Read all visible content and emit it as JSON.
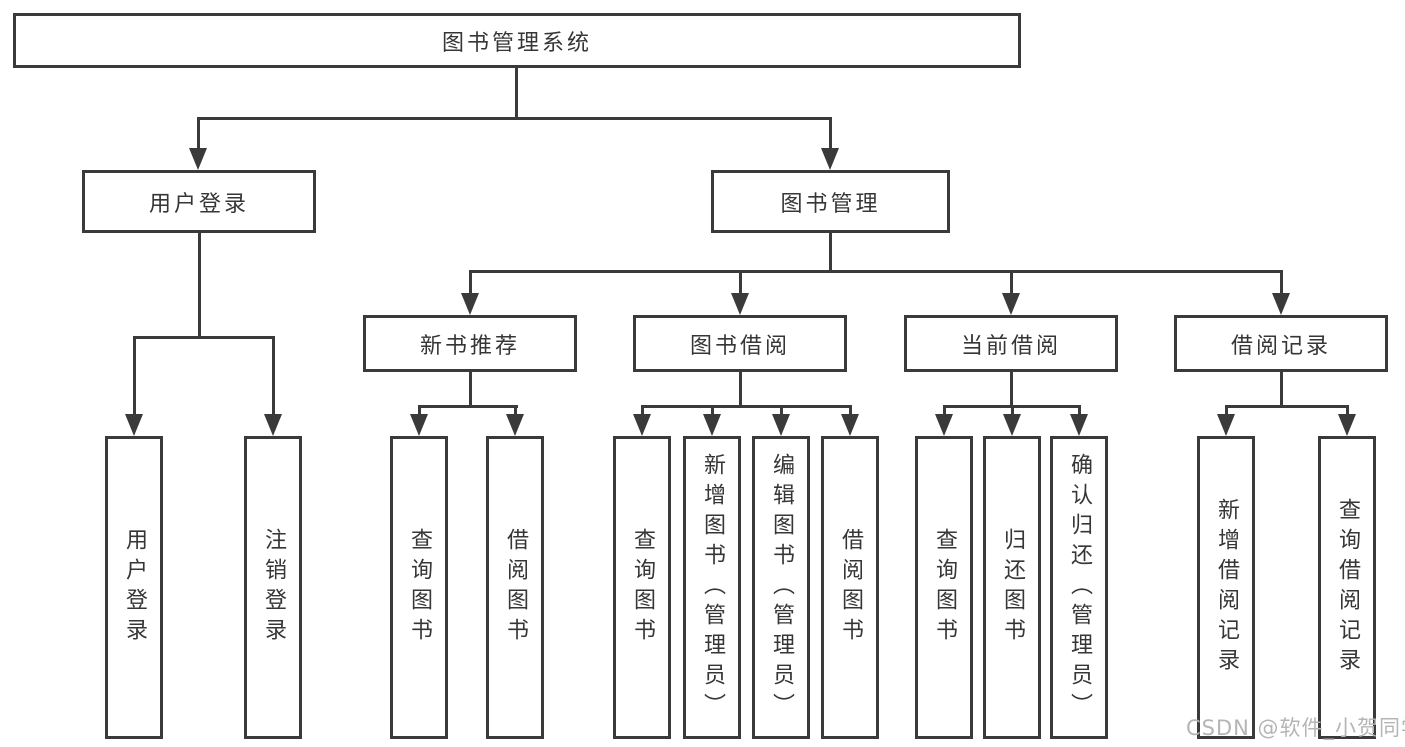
{
  "diagram": {
    "root": "图书管理系统",
    "user_branch": {
      "label": "用户登录",
      "leaves": [
        "用户登录",
        "注销登录"
      ]
    },
    "management_branch": {
      "label": "图书管理",
      "groups": [
        {
          "label": "新书推荐",
          "leaves": [
            "查询图书",
            "借阅图书"
          ]
        },
        {
          "label": "图书借阅",
          "leaves": [
            "查询图书",
            "新增图书（管理员）",
            "编辑图书（管理员）",
            "借阅图书"
          ]
        },
        {
          "label": "当前借阅",
          "leaves": [
            "查询图书",
            "归还图书",
            "确认归还（管理员）"
          ]
        },
        {
          "label": "借阅记录",
          "leaves": [
            "新增借阅记录",
            "查询借阅记录"
          ]
        }
      ]
    }
  },
  "watermark": "CSDN @软件_小贺同学",
  "colors": {
    "line": "#3a3a3a",
    "border": "#3a3a3a",
    "text": "#363636",
    "watermark": "#b5b5b5",
    "background": "#ffffff"
  }
}
